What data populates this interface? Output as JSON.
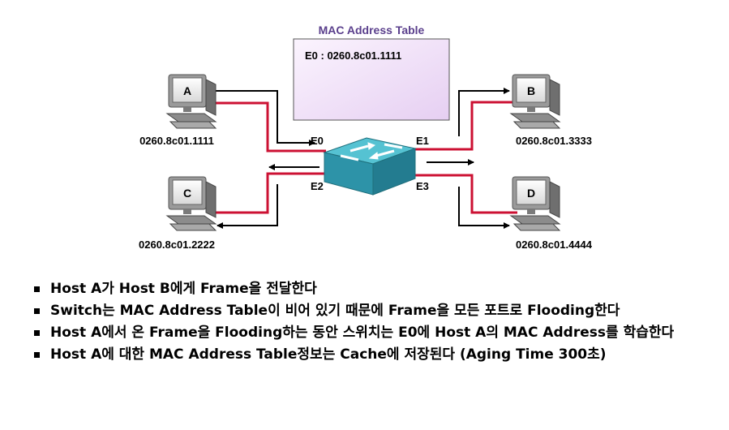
{
  "mac_table": {
    "title": "MAC Address Table",
    "entry": "E0 : 0260.8c01.1111"
  },
  "hosts": [
    {
      "id": "A",
      "mac": "0260.8c01.1111"
    },
    {
      "id": "B",
      "mac": "0260.8c01.3333"
    },
    {
      "id": "C",
      "mac": "0260.8c01.2222"
    },
    {
      "id": "D",
      "mac": "0260.8c01.4444"
    }
  ],
  "ports": [
    "E0",
    "E1",
    "E2",
    "E3"
  ],
  "colors": {
    "link": "#cc1133",
    "switch": "#3aa6b9",
    "mac_table_fill": "#f1e3f8",
    "mac_title": "#5a3f8c"
  },
  "bullets": [
    "Host A가 Host B에게 Frame을 전달한다",
    "Switch는 MAC Address Table이 비어 있기 때문에 Frame을 모든 포트로 Flooding한다",
    "Host A에서 온 Frame을 Flooding하는 동안 스위치는 E0에 Host A의 MAC Address를 학습한다",
    "Host A에 대한 MAC Address Table정보는 Cache에 저장된다 (Aging Time 300초)"
  ]
}
